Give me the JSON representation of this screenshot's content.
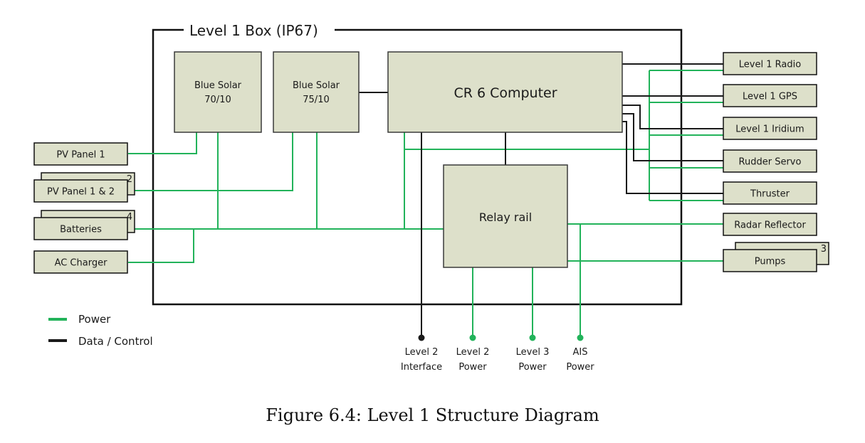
{
  "colors": {
    "power": "#22b35a",
    "data": "#1a1a1a",
    "box_fill": "#dde0ca",
    "box_stroke": "#3a3a3a"
  },
  "enclosure": {
    "label": "Level 1 Box (IP67)"
  },
  "internal": {
    "solar_1": {
      "line1": "Blue Solar",
      "line2": "70/10"
    },
    "solar_2": {
      "line1": "Blue Solar",
      "line2": "75/10"
    },
    "computer": {
      "label": "CR 6 Computer"
    },
    "relay": {
      "label": "Relay rail"
    }
  },
  "left_devices": [
    {
      "label": "PV Panel 1",
      "count": ""
    },
    {
      "label": "PV Panel 1 & 2",
      "count": "2"
    },
    {
      "label": "Batteries",
      "count": "4"
    },
    {
      "label": "AC Charger",
      "count": ""
    }
  ],
  "right_devices": [
    {
      "label": "Level 1 Radio",
      "count": ""
    },
    {
      "label": "Level 1 GPS",
      "count": ""
    },
    {
      "label": "Level 1 Iridium",
      "count": ""
    },
    {
      "label": "Rudder Servo",
      "count": ""
    },
    {
      "label": "Thruster",
      "count": ""
    },
    {
      "label": "Radar Reflector",
      "count": ""
    },
    {
      "label": "Pumps",
      "count": "3"
    }
  ],
  "terminals": [
    {
      "line1": "Level 2",
      "line2": "Interface",
      "type": "data"
    },
    {
      "line1": "Level 2",
      "line2": "Power",
      "type": "power"
    },
    {
      "line1": "Level 3",
      "line2": "Power",
      "type": "power"
    },
    {
      "line1": "AIS",
      "line2": "Power",
      "type": "power"
    }
  ],
  "legend": [
    {
      "label": "Power",
      "type": "power"
    },
    {
      "label": "Data / Control",
      "type": "data"
    }
  ],
  "caption": "Figure 6.4: Level 1 Structure Diagram"
}
